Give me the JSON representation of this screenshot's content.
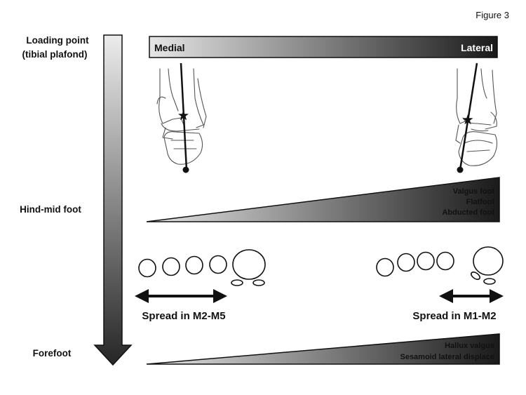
{
  "figure": {
    "label": "Figure 3"
  },
  "axis": {
    "top_label_line1": "Loading point",
    "top_label_line2": "(tibial plafond)",
    "mid_label": "Hind-mid foot",
    "bottom_label": "Forefoot"
  },
  "loading_bar": {
    "left_label": "Medial",
    "right_label": "Lateral"
  },
  "hindfoot_wedge": {
    "lines": [
      "Valgus foot",
      "Flatfoot",
      "Abducted foot"
    ]
  },
  "metatarsals": {
    "left_caption": "Spread in M2-M5",
    "right_caption": "Spread in M1-M2"
  },
  "forefoot_wedge": {
    "lines": [
      "Hallux valgus",
      "Sesamoid lateral displace"
    ]
  },
  "colors": {
    "dark": "#1e1e1e",
    "light": "#e4e4e4",
    "line": "#111111"
  }
}
